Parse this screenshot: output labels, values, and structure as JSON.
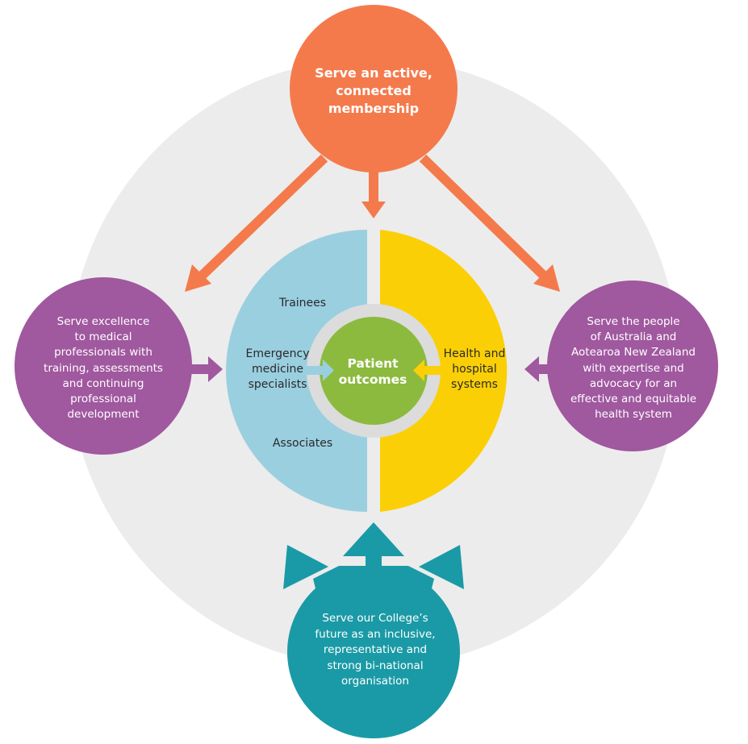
{
  "goals": {
    "top": {
      "lines": [
        "Serve an active,",
        "connected",
        "membership"
      ],
      "color": "#f47a4c"
    },
    "left": {
      "lines": [
        "Serve excellence",
        "to medical",
        "professionals with",
        "training, assessments",
        "and continuing",
        "professional",
        "development"
      ],
      "color": "#a0589f"
    },
    "right": {
      "lines": [
        "Serve the people",
        "of Australia and",
        "Aotearoa New Zealand",
        "with expertise and",
        "advocacy for an",
        "effective and equitable",
        "health system"
      ],
      "color": "#a0589f"
    },
    "bottom": {
      "lines": [
        "Serve our College’s",
        "future as an inclusive,",
        "representative and",
        "strong bi-national",
        "organisation"
      ],
      "color": "#1a9aa6"
    }
  },
  "center": {
    "lines": [
      "Patient",
      "outcomes"
    ],
    "color": "#8cba3f"
  },
  "stakeholders": {
    "trainees": {
      "lines": [
        "Trainees"
      ]
    },
    "specialists": {
      "lines": [
        "Emergency",
        "medicine",
        "specialists"
      ]
    },
    "associates": {
      "lines": [
        "Associates"
      ]
    },
    "health_systems": {
      "lines": [
        "Health and",
        "hospital",
        "systems"
      ]
    }
  },
  "colors": {
    "background_circle": "#ececec",
    "blue_half": "#9acfe0",
    "yellow_half": "#fbcf06",
    "ring": "#dcdcdc"
  }
}
